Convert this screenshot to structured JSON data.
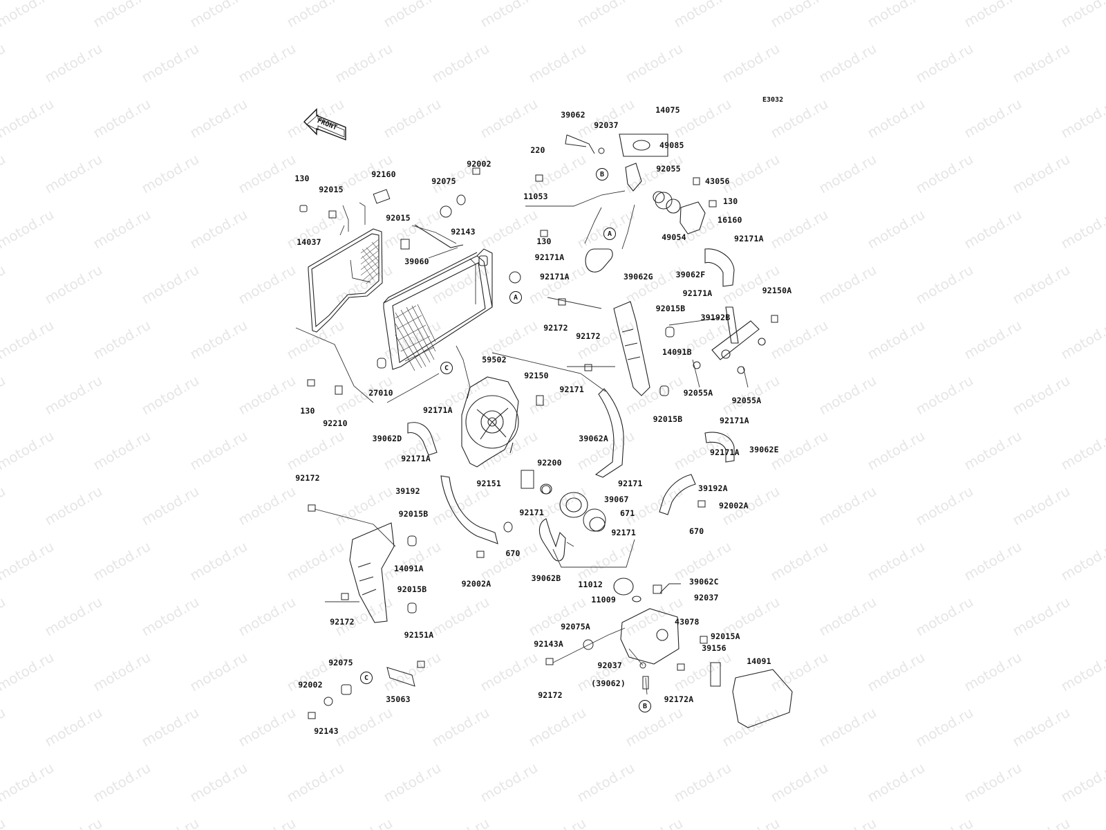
{
  "diagram": {
    "code": "E3032",
    "direction_label": "FRONT",
    "watermark_text": "motod.ru",
    "callouts": {
      "a": "A",
      "b": "B",
      "c": "C"
    },
    "parts": {
      "p39062": "39062",
      "p92037_top": "92037",
      "p14075": "14075",
      "p49085": "49085",
      "p220": "220",
      "p92055": "92055",
      "p43056": "43056",
      "p11053": "11053",
      "p130_r": "130",
      "p130_c": "130",
      "p16160": "16160",
      "p49054": "49054",
      "p92171A_r1": "92171A",
      "p92171A_c1": "92171A",
      "p92171A_c2": "92171A",
      "p39062G": "39062G",
      "p39062F": "39062F",
      "p92171A_r2": "92171A",
      "p92150A": "92150A",
      "p92015B_1": "92015B",
      "p39192B": "39192B",
      "p92172_1": "92172",
      "p92172_2": "92172",
      "p14091B": "14091B",
      "p92055A_1": "92055A",
      "p92055A_2": "92055A",
      "p92015B_2": "92015B",
      "p92171A_r3": "92171A",
      "p39062E": "39062E",
      "p92171A_r4": "92171A",
      "p130_l1": "130",
      "p92015_l1": "92015",
      "p92160": "92160",
      "p92075_1": "92075",
      "p92002_1": "92002",
      "p92015_l2": "92015",
      "p92143_1": "92143",
      "p14037": "14037",
      "p39060": "39060",
      "p27010": "27010",
      "p130_l2": "130",
      "p92210": "92210",
      "p59502": "59502",
      "p92150": "92150",
      "p92171": "92171",
      "p92171A_l1": "92171A",
      "p39062D": "39062D",
      "p39062A": "39062A",
      "p92171A_l2": "92171A",
      "p92200": "92200",
      "p92151": "92151",
      "p92171_b": "92171",
      "p39192A": "39192A",
      "p39192": "39192",
      "p39067": "39067",
      "p92002A_r": "92002A",
      "p92171_c": "92171",
      "p671": "671",
      "p92171_d": "92171",
      "p670_r": "670",
      "p670_l": "670",
      "p92172_l1": "92172",
      "p92015B_l1": "92015B",
      "p14091A": "14091A",
      "p92002A_l": "92002A",
      "p39062B": "39062B",
      "p11012": "11012",
      "p39062C": "39062C",
      "p11009": "11009",
      "p92037_b": "92037",
      "p92015B_l2": "92015B",
      "p92172_l2": "92172",
      "p92075A": "92075A",
      "p43078": "43078",
      "p92143A": "92143A",
      "p92015A": "92015A",
      "p92151A": "92151A",
      "p39156": "39156",
      "p14091": "14091",
      "p92037_c": "92037",
      "p92075_2": "92075",
      "p39062_paren": "(39062)",
      "p92002_2": "92002",
      "p92172_b": "92172",
      "p92172A": "92172A",
      "p35063": "35063",
      "p92143_2": "92143"
    }
  }
}
